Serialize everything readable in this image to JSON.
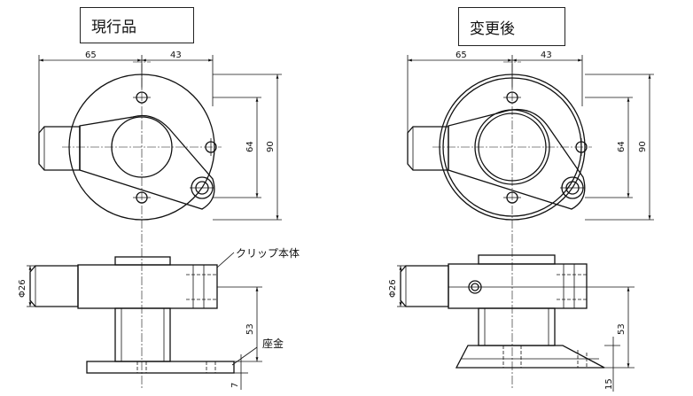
{
  "views": {
    "current": {
      "title": "現行品"
    },
    "modified": {
      "title": "変更後"
    }
  },
  "dimensions": {
    "left_width": "65",
    "right_width": "43",
    "hole_pitch": "64",
    "flange_diameter": "90",
    "pipe_diameter": "Φ26",
    "height": "53",
    "base_thickness_current": "7",
    "base_thickness_modified": "15"
  },
  "labels": {
    "clip_body": "クリップ本体",
    "base": "座金"
  }
}
